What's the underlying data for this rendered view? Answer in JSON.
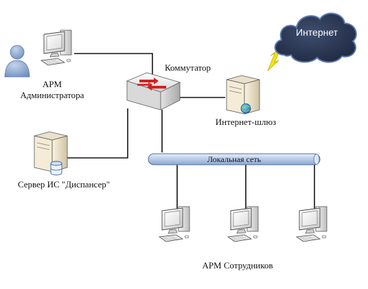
{
  "colors": {
    "line": "#111111",
    "bus_fill": "#c5d4ea",
    "bus_stroke": "#4a6fa5",
    "cloud": "#2c3850",
    "cloud_stroke": "#5a7ab0",
    "lightning": "#f5e400",
    "person": "#8da8cf"
  },
  "labels": {
    "admin_line1": "АРМ",
    "admin_line2": "Администратора",
    "switch": "Коммутатор",
    "gateway": "Интернет-шлюз",
    "internet": "Интернет",
    "server": "Сервер ИС \"Диспансер\"",
    "lan": "Локальная сеть",
    "employees": "АРМ Сотрудников"
  },
  "icons": {
    "admin_user": "user-icon",
    "admin_pc": "workstation-icon",
    "switch": "network-switch-icon",
    "gateway": "gateway-server-icon",
    "internet": "cloud-icon",
    "link": "lightning-icon",
    "server": "database-server-icon",
    "employee_pc": "workstation-icon"
  }
}
